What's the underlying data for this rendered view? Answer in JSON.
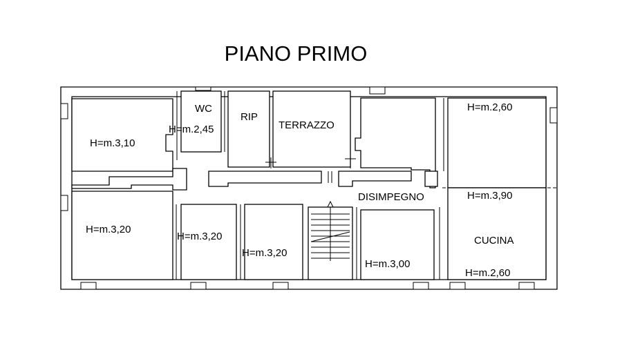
{
  "title": "PIANO PRIMO",
  "rooms": {
    "wc": "WC",
    "rip": "RIP",
    "terrazzo": "TERRAZZO",
    "disimpegno": "DISIMPEGNO",
    "cucina": "CUCINA"
  },
  "heights": {
    "top_left": "H=m.3,10",
    "wc": "H=m.2,45",
    "top_right": "H=m.2,60",
    "disimpegno_right": "H=m.3,90",
    "bottom_left": "H=m.3,20",
    "bottom_second": "H=m.3,20",
    "bottom_third": "H=m.3,20",
    "bottom_fourth": "H=m.3,00",
    "cucina": "H=m.2,60"
  }
}
